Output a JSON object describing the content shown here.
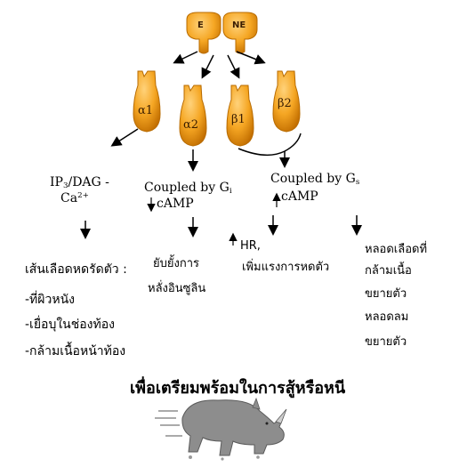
{
  "ligands": [
    {
      "label": "E"
    },
    {
      "label": "NE"
    }
  ],
  "receptors": [
    {
      "label": "α1"
    },
    {
      "label": "α2"
    },
    {
      "label": "β1"
    },
    {
      "label": "β2"
    }
  ],
  "pathways": {
    "alpha1": {
      "line1": "IP",
      "sub1": "3",
      "line1b": "/DAG -",
      "line2": "Ca",
      "sup2": "2+"
    },
    "alpha2": {
      "line1": "Coupled by G",
      "sub1": "i",
      "line2": "cAMP"
    },
    "beta": {
      "line1": "Coupled by G",
      "sub1": "s",
      "line2": "cAMP"
    }
  },
  "effects": {
    "alpha1": {
      "title": "เส้นเลือดหดรัดตัว :",
      "items": [
        "-ที่ผิวหนัง",
        "-เยื่อบุในช่องท้อง",
        "-กล้ามเนื้อหน้าท้อง"
      ]
    },
    "alpha2": {
      "line1": "ยับยั้งการ",
      "line2": "หลั่งอินซูลิน"
    },
    "beta1": {
      "line1": "HR,",
      "line2": "เพิ่มแรงการหดตัว"
    },
    "beta2": {
      "lines": [
        "หลอดเลือดที่",
        "กล้ามเนื้อ",
        "ขยายตัว",
        "หลอดลม",
        "ขยายตัว"
      ]
    }
  },
  "conclusion": "เพื่อเตรียมพร้อมในการสู้หรือหนี",
  "illustration": "charging-rhino-icon",
  "colors": {
    "receptor_fill": "#f5a623",
    "receptor_stroke": "#b86b00",
    "rhino": "#8d8d8d"
  }
}
